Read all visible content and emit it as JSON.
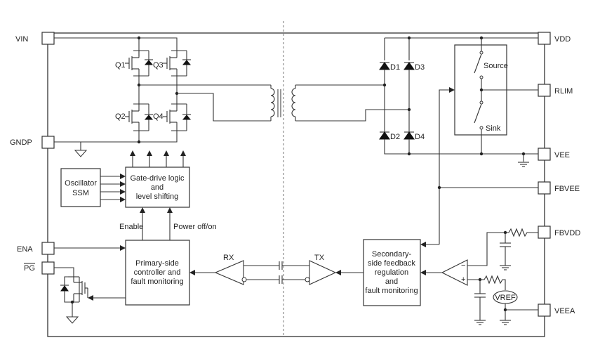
{
  "pins": {
    "vin": "VIN",
    "gndp": "GNDP",
    "ena": "ENA",
    "pg": "PG",
    "vdd": "VDD",
    "rlim": "RLIM",
    "vee": "VEE",
    "fbvee": "FBVEE",
    "fbvdd": "FBVDD",
    "veea": "VEEA"
  },
  "transistors": [
    "Q1",
    "Q2",
    "Q3",
    "Q4"
  ],
  "diodes": [
    "D1",
    "D2",
    "D3",
    "D4"
  ],
  "blocks": {
    "oscillator": [
      "Oscillator",
      "SSM"
    ],
    "gate_drive": [
      "Gate-drive logic",
      "and",
      "level shifting"
    ],
    "primary": [
      "Primary-side",
      "controller and",
      "fault monitoring"
    ],
    "secondary": [
      "Secondary-",
      "side feedback",
      "regulation",
      "and",
      "fault monitoring"
    ]
  },
  "labels": {
    "enable": "Enable",
    "power_off_on": "Power off/on",
    "rx": "RX",
    "tx": "TX",
    "source": "Source",
    "sink": "Sink",
    "vref": "VREF",
    "opamp_minus": "−",
    "opamp_plus": "+"
  }
}
